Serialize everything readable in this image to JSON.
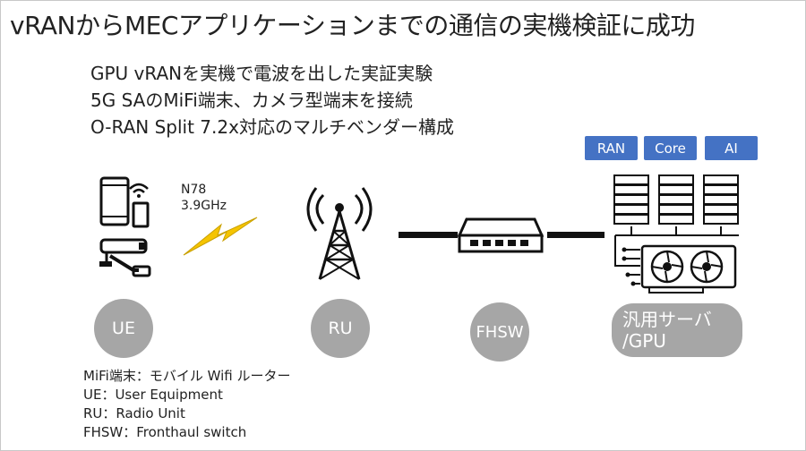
{
  "title": "vRANからMECアプリケーションまでの通信の実機検証に成功",
  "bullets": [
    "GPU vRANを実機で電波を出した実証実験",
    "5G SAのMiFi端末、カメラ型端末を接続",
    "O-RAN Split 7.2x対応のマルチベンダー構成"
  ],
  "tags": [
    "RAN",
    "Core",
    "AI"
  ],
  "band": {
    "name": "N78",
    "freq": "3.9GHz"
  },
  "nodes": {
    "ue": "UE",
    "ru": "RU",
    "fhsw": "FHSW",
    "server_line1": "汎用サーバ",
    "server_line2": "/GPU"
  },
  "notes": [
    "MiFi端末：モバイル Wifi ルーター",
    "UE：User Equipment",
    "RU：Radio Unit",
    "FHSW：Fronthaul switch"
  ],
  "colors": {
    "tag_blue": "#4472c4",
    "node_gray": "#a6a6a6",
    "lightning": "#f5c400"
  },
  "icons": [
    "smartphone-icon",
    "router-icon",
    "camera-icon",
    "lightning-icon",
    "tower-icon",
    "switch-icon",
    "server-rack-icon",
    "gpu-card-icon"
  ]
}
